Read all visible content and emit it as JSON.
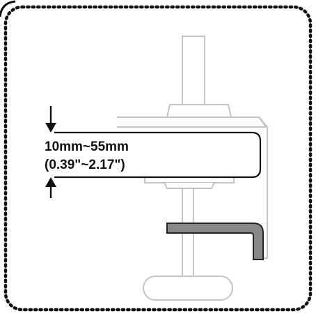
{
  "diagram": {
    "subject": "desk clamp mount",
    "thickness_range_mm": "10mm~55mm",
    "thickness_range_in": "(0.39\"~2.17\")",
    "colors": {
      "outline": "#c4c4c4",
      "border": "#111111",
      "text": "#111111",
      "desk_edge": "#111111",
      "clamp_bracket_fill": "#888888",
      "clamp_bracket_stroke": "#222222",
      "background": "#ffffff"
    },
    "icons": [
      "arrow-down-icon",
      "arrow-up-icon"
    ]
  }
}
